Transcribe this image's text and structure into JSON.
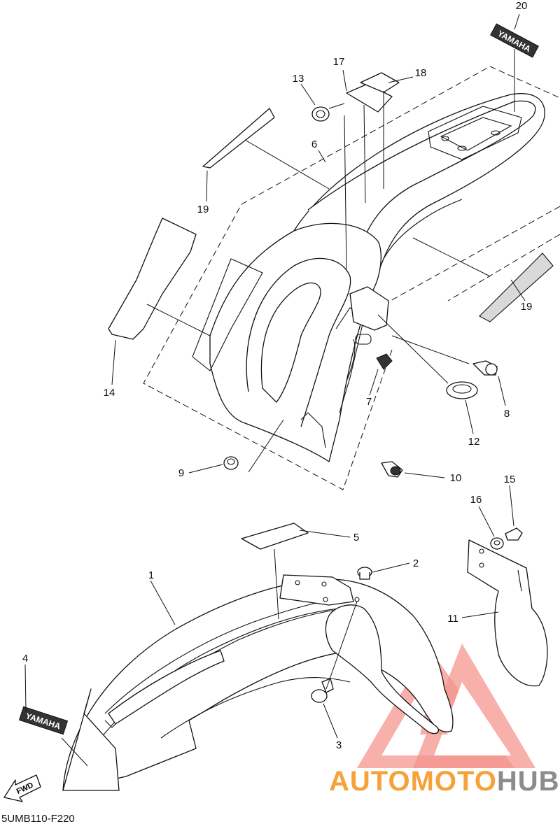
{
  "diagram_code": "5UMB110-F220",
  "fwd_label": "FWD",
  "emblem_text": "YAMAHA",
  "watermark": {
    "part1": "AUTO",
    "part2": "MOTO",
    "part3": "HUB",
    "color_orange": "#f6a23a",
    "color_grey": "#8c8c8c",
    "color_red": "#f3837b"
  },
  "callouts": {
    "c1": "1",
    "c2": "2",
    "c3": "3",
    "c4": "4",
    "c5": "5",
    "c6": "6",
    "c7": "7",
    "c8": "8",
    "c9": "9",
    "c10": "10",
    "c11": "11",
    "c12": "12",
    "c13": "13",
    "c14": "14",
    "c15": "15",
    "c16": "16",
    "c17": "17",
    "c18": "18",
    "c19a": "19",
    "c19b": "19",
    "c20": "20"
  }
}
